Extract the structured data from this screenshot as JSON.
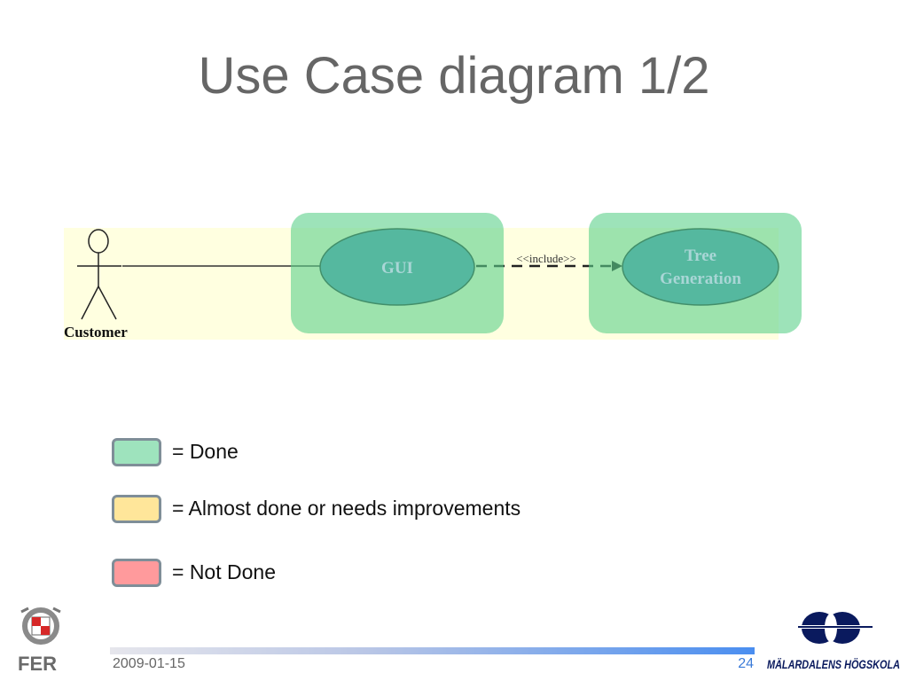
{
  "slide": {
    "title": "Use Case diagram 1/2",
    "date": "2009-01-15",
    "page_number": "24"
  },
  "diagram": {
    "actor_label": "Customer",
    "use_cases": [
      {
        "label_line1": "GUI",
        "label_line2": "",
        "status": "Done"
      },
      {
        "label_line1": "Tree",
        "label_line2": "Generation",
        "status": "Done"
      }
    ],
    "relation_label": "<<include>>"
  },
  "legend": [
    {
      "label": "= Done",
      "color": "#9ee3bd"
    },
    {
      "label": "= Almost done or needs improvements",
      "color": "#ffe69a"
    },
    {
      "label": "= Not Done",
      "color": "#ff9a9c"
    }
  ],
  "logos": {
    "left_text": "FER",
    "right_text": "MÄLARDALENS HÖGSKOLA"
  },
  "colors": {
    "done": "#9ee3bd",
    "almost": "#ffe69a",
    "not_done": "#ff9a9c",
    "title_text": "#666666",
    "page_number": "#3b7bd8",
    "ellipse_fill": "#4d94bf"
  }
}
